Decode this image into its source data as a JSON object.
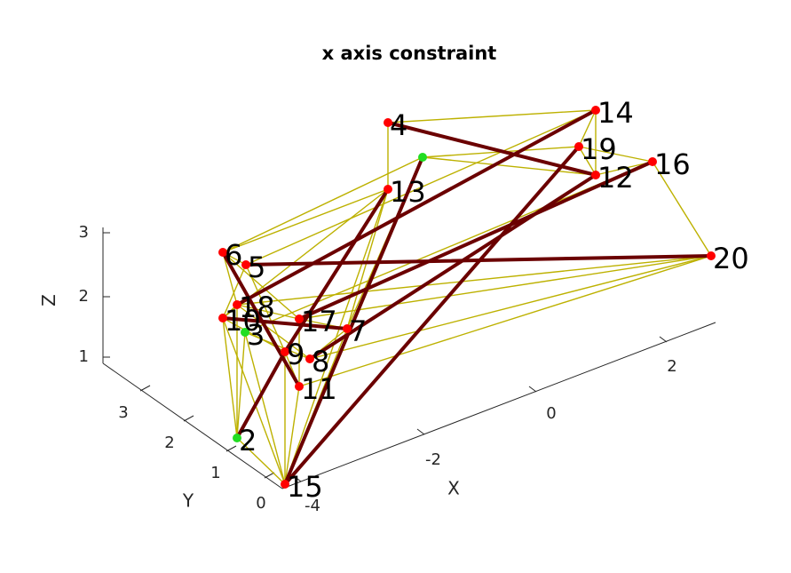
{
  "chart_data": {
    "type": "graph3d",
    "title": "x axis constraint",
    "xlabel": "X",
    "ylabel": "Y",
    "zlabel": "Z",
    "xticks": [
      "-4",
      "-2",
      "0",
      "2"
    ],
    "yticks": [
      "0",
      "1",
      "2",
      "3"
    ],
    "zticks": [
      "1",
      "2",
      "3"
    ],
    "colors": {
      "node_default": "#ff0000",
      "node_anchor": "#22dd22",
      "edge_weak": "#bdb100",
      "edge_strong": "#6b0000"
    },
    "nodes": [
      {
        "id": "2",
        "label": "2",
        "kind": "anchor"
      },
      {
        "id": "3",
        "label": "3",
        "kind": "anchor"
      },
      {
        "id": "4",
        "label": "4",
        "kind": "default"
      },
      {
        "id": "5",
        "label": "5",
        "kind": "default"
      },
      {
        "id": "6",
        "label": "6",
        "kind": "default"
      },
      {
        "id": "7",
        "label": "7",
        "kind": "default"
      },
      {
        "id": "8",
        "label": "8",
        "kind": "default"
      },
      {
        "id": "9",
        "label": "9",
        "kind": "default"
      },
      {
        "id": "10",
        "label": "10",
        "kind": "default"
      },
      {
        "id": "11",
        "label": "11",
        "kind": "default"
      },
      {
        "id": "12",
        "label": "12",
        "kind": "default"
      },
      {
        "id": "13",
        "label": "13",
        "kind": "default"
      },
      {
        "id": "14",
        "label": "14",
        "kind": "default"
      },
      {
        "id": "15",
        "label": "15",
        "kind": "default"
      },
      {
        "id": "16",
        "label": "16",
        "kind": "default"
      },
      {
        "id": "17",
        "label": "17",
        "kind": "default"
      },
      {
        "id": "18",
        "label": "18",
        "kind": "default"
      },
      {
        "id": "19",
        "label": "19",
        "kind": "default"
      },
      {
        "id": "20",
        "label": "20",
        "kind": "default"
      },
      {
        "id": "G",
        "label": "",
        "kind": "anchor"
      }
    ],
    "edges_strong": [
      [
        "5",
        "20"
      ],
      [
        "15",
        "19"
      ],
      [
        "15",
        "G"
      ],
      [
        "4",
        "12"
      ],
      [
        "14",
        "18"
      ],
      [
        "17",
        "16"
      ],
      [
        "10",
        "7"
      ],
      [
        "6",
        "11"
      ],
      [
        "2",
        "9"
      ],
      [
        "13",
        "9"
      ],
      [
        "8",
        "12"
      ]
    ],
    "edges_weak": [
      [
        "4",
        "14"
      ],
      [
        "4",
        "13"
      ],
      [
        "14",
        "12"
      ],
      [
        "14",
        "19"
      ],
      [
        "14",
        "5"
      ],
      [
        "19",
        "16"
      ],
      [
        "19",
        "12"
      ],
      [
        "12",
        "16"
      ],
      [
        "16",
        "20"
      ],
      [
        "16",
        "3"
      ],
      [
        "13",
        "6"
      ],
      [
        "13",
        "7"
      ],
      [
        "13",
        "10"
      ],
      [
        "13",
        "15"
      ],
      [
        "G",
        "19"
      ],
      [
        "G",
        "12"
      ],
      [
        "G",
        "7"
      ],
      [
        "G",
        "6"
      ],
      [
        "20",
        "17"
      ],
      [
        "20",
        "8"
      ],
      [
        "20",
        "18"
      ],
      [
        "20",
        "11"
      ],
      [
        "6",
        "18"
      ],
      [
        "6",
        "17"
      ],
      [
        "5",
        "10"
      ],
      [
        "5",
        "9"
      ],
      [
        "18",
        "10"
      ],
      [
        "18",
        "8"
      ],
      [
        "18",
        "17"
      ],
      [
        "18",
        "2"
      ],
      [
        "10",
        "9"
      ],
      [
        "10",
        "15"
      ],
      [
        "10",
        "2"
      ],
      [
        "3",
        "2"
      ],
      [
        "3",
        "15"
      ],
      [
        "3",
        "8"
      ],
      [
        "9",
        "11"
      ],
      [
        "9",
        "15"
      ],
      [
        "17",
        "7"
      ],
      [
        "7",
        "8"
      ],
      [
        "7",
        "15"
      ],
      [
        "2",
        "15"
      ],
      [
        "11",
        "15"
      ],
      [
        "17",
        "11"
      ],
      [
        "6",
        "5"
      ]
    ]
  }
}
